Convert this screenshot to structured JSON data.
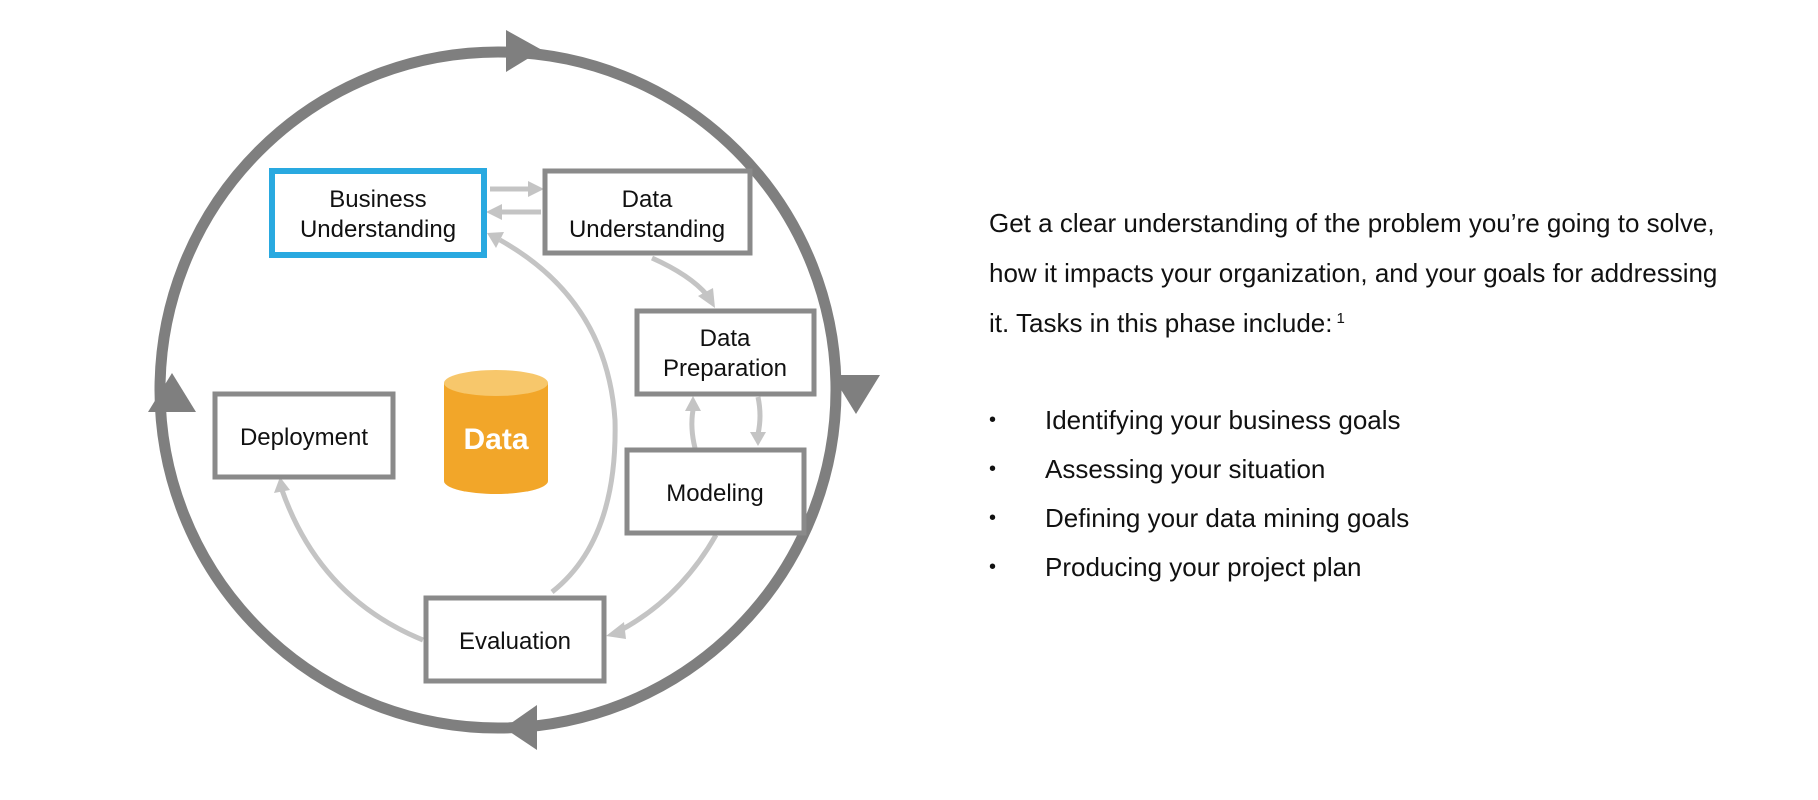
{
  "diagram": {
    "center_label": "Data",
    "phases": [
      {
        "id": "business-understanding",
        "lines": [
          "Business",
          "Understanding"
        ],
        "highlighted": true
      },
      {
        "id": "data-understanding",
        "lines": [
          "Data",
          "Understanding"
        ],
        "highlighted": false
      },
      {
        "id": "data-preparation",
        "lines": [
          "Data",
          "Preparation"
        ],
        "highlighted": false
      },
      {
        "id": "modeling",
        "lines": [
          "Modeling"
        ],
        "highlighted": false
      },
      {
        "id": "evaluation",
        "lines": [
          "Evaluation"
        ],
        "highlighted": false
      },
      {
        "id": "deployment",
        "lines": [
          "Deployment"
        ],
        "highlighted": false
      }
    ],
    "colors": {
      "highlight": "#29a9e0",
      "box_border": "#8a8a8a",
      "cycle": "#7f7f7f",
      "inner_arrow": "#c4c4c4",
      "cylinder": "#f2a629",
      "cylinder_top": "#f7c76b"
    }
  },
  "description": {
    "intro": "Get a clear understanding of the problem you’re going to solve,\nhow it impacts your organization, and your goals for addressing\nit. Tasks in this phase include:",
    "footnote": "1",
    "bullet_glyph": "•",
    "tasks": [
      "Identifying your business goals",
      "Assessing your situation",
      "Defining your data mining goals",
      "Producing your project plan"
    ]
  }
}
